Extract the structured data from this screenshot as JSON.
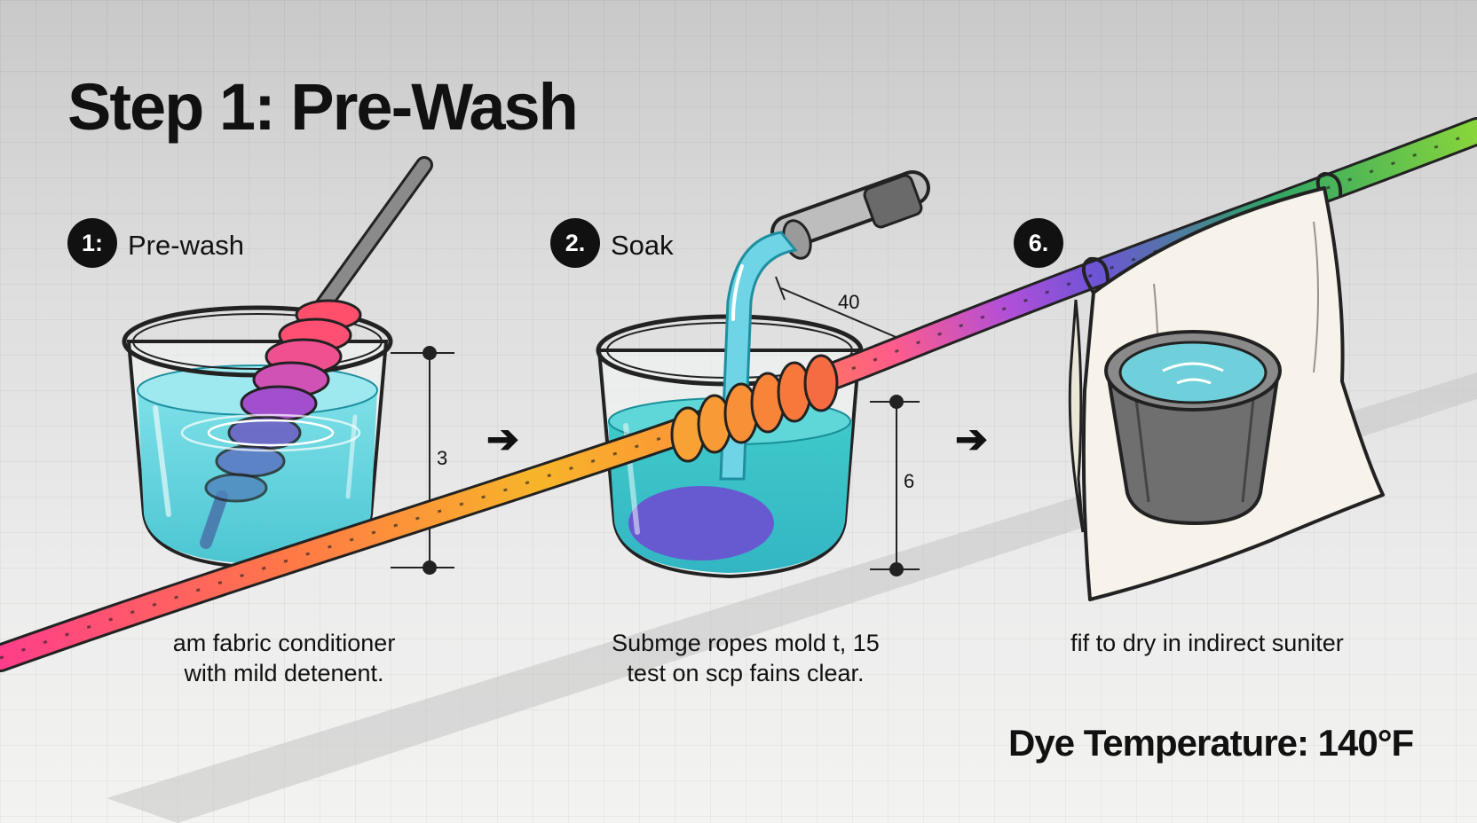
{
  "title": "Step 1: Pre-Wash",
  "steps": [
    {
      "number": "1:",
      "label": "Pre-wash",
      "caption_line1": "am fabric conditioner",
      "caption_line2": "with mild detenent."
    },
    {
      "number": "2.",
      "label": "Soak",
      "caption_line1": "Submge ropes mold t, 15",
      "caption_line2": "test on scp fains clear."
    },
    {
      "number": "6.",
      "label": "",
      "caption_line1": "fif to dry in indirect suniter",
      "caption_line2": ""
    }
  ],
  "dimensions": {
    "bucket1_height": "3",
    "bucket2_height": "6",
    "flow_length": "40"
  },
  "arrows": [
    "➔",
    "➔"
  ],
  "temperature": "Dye Temperature: 140°F",
  "colors": {
    "water": "#5cd0dc",
    "rope_gradient": [
      "#ff4f8f",
      "#ff8a3d",
      "#f5b62b",
      "#ff6f7d",
      "#b04fd9",
      "#6a4fd6",
      "#3fb04f",
      "#8ad63a"
    ]
  },
  "icons": [
    "bucket-icon",
    "stirring-rod-icon",
    "faucet-icon",
    "rope-icon",
    "towel-icon",
    "pot-icon",
    "arrow-right-icon"
  ]
}
